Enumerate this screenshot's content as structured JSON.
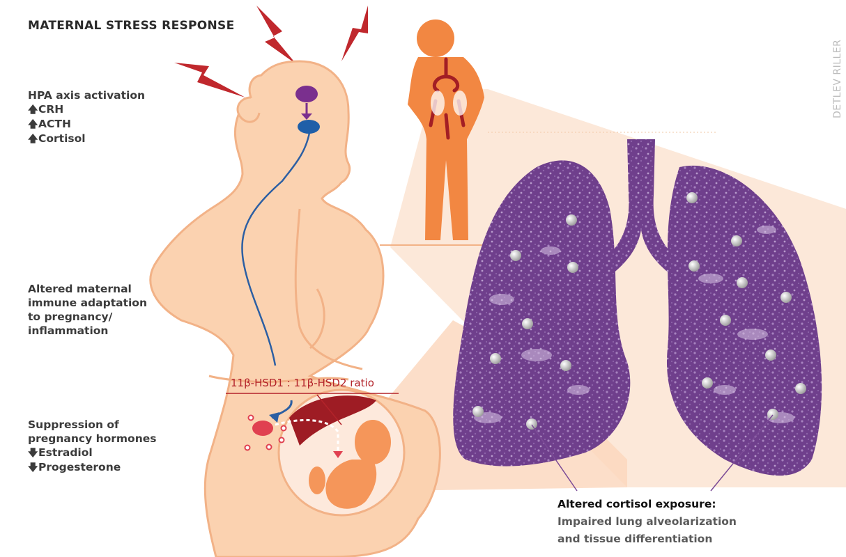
{
  "title": "MATERNAL STRESS RESPONSE",
  "hpa": {
    "heading": "HPA axis activation",
    "items": [
      {
        "arrow": "up",
        "text": "CRH"
      },
      {
        "arrow": "up",
        "text": "ACTH"
      },
      {
        "arrow": "up",
        "text": "Cortisol"
      }
    ]
  },
  "immune": {
    "lines": [
      "Altered maternal",
      "immune adaptation",
      "to pregnancy/",
      "inflammation"
    ]
  },
  "suppression": {
    "lines": [
      "Suppression of",
      "pregnancy hormones"
    ],
    "items": [
      {
        "arrow": "down",
        "text": "Estradiol"
      },
      {
        "arrow": "down",
        "text": "Progesterone"
      }
    ]
  },
  "ratio_label": "11β-HSD1 : 11β-HSD2 ratio",
  "cortisol": {
    "line1": "Altered cortisol exposure:",
    "line2": "Impaired lung alveolarization",
    "line3": "and tissue differentiation"
  },
  "credit": "DETLEV RILLER",
  "arrows": {
    "up": "🡅",
    "down": "🡇"
  },
  "colors": {
    "skin": "#fbd2b0",
    "skin_outline": "#f2b287",
    "child": "#f28742",
    "lung": "#7b4a96",
    "lung_light": "#c9b0d8",
    "stress_bolt": "#c0282d",
    "nerve": "#2c5fa3",
    "hypothalamus": "#7a2f8e",
    "pituitary": "#1f5fa8",
    "placenta": "#e04050",
    "fetus": "#f5965a",
    "ratio_red": "#b3232a"
  }
}
